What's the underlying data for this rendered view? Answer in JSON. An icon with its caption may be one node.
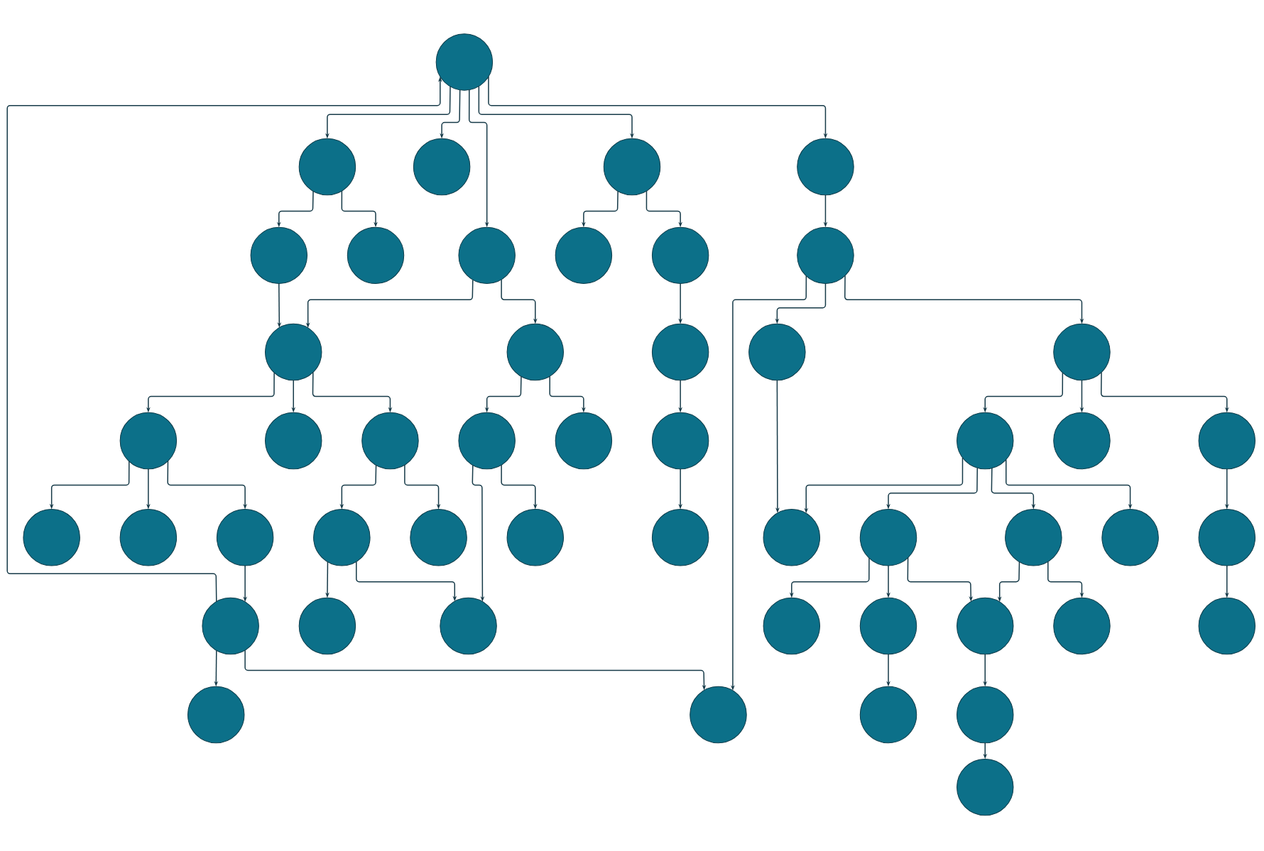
{
  "diagram": {
    "nodes": [
      {
        "text": [],
        "shape": "circle"
      },
      {
        "text": [],
        "shape": "circle"
      },
      {
        "text": [],
        "shape": "circle"
      },
      {
        "text": [],
        "shape": "circle"
      },
      {
        "text": [],
        "shape": "circle"
      },
      {
        "text": [],
        "shape": "circle"
      },
      {
        "text": [],
        "shape": "circle"
      },
      {
        "text": [],
        "shape": "circle"
      },
      {
        "text": [],
        "shape": "circle"
      },
      {
        "text": [],
        "shape": "circle"
      },
      {
        "text": [],
        "shape": "circle"
      },
      {
        "text": [],
        "shape": "circle"
      },
      {
        "text": [],
        "shape": "circle"
      },
      {
        "text": [],
        "shape": "circle"
      },
      {
        "text": [],
        "shape": "circle"
      },
      {
        "text": [],
        "shape": "circle"
      },
      {
        "text": [],
        "shape": "circle"
      },
      {
        "text": [],
        "shape": "circle"
      },
      {
        "text": [],
        "shape": "circle"
      },
      {
        "text": [],
        "shape": "circle"
      },
      {
        "text": [],
        "shape": "circle"
      },
      {
        "text": [],
        "shape": "circle"
      },
      {
        "text": [],
        "shape": "circle"
      },
      {
        "text": [],
        "shape": "circle"
      },
      {
        "text": [],
        "shape": "circle"
      },
      {
        "text": [],
        "shape": "circle"
      },
      {
        "text": [],
        "shape": "circle"
      },
      {
        "text": [],
        "shape": "circle"
      },
      {
        "text": [],
        "shape": "circle"
      },
      {
        "text": [],
        "shape": "circle"
      },
      {
        "text": [],
        "shape": "circle"
      },
      {
        "text": [],
        "shape": "circle"
      },
      {
        "text": [],
        "shape": "circle"
      },
      {
        "text": [],
        "shape": "circle"
      },
      {
        "text": [],
        "shape": "circle"
      },
      {
        "text": [],
        "shape": "circle"
      },
      {
        "text": [],
        "shape": "circle"
      },
      {
        "text": [],
        "shape": "circle"
      },
      {
        "text": [],
        "shape": "circle"
      },
      {
        "text": [],
        "shape": "circle"
      },
      {
        "text": [],
        "shape": "circle"
      },
      {
        "text": [],
        "shape": "circle"
      },
      {
        "text": [],
        "shape": "circle"
      },
      {
        "text": [],
        "shape": "circle"
      },
      {
        "text": [],
        "shape": "circle"
      },
      {
        "text": [],
        "shape": "circle"
      },
      {
        "text": [],
        "shape": "circle"
      },
      {
        "text": [],
        "shape": "circle"
      },
      {
        "text": [],
        "shape": "circle"
      },
      {
        "text": [],
        "shape": "circle"
      }
    ],
    "edges": [
      {
        "from": 0,
        "to": 1,
        "arrow": "to"
      },
      {
        "from": 0,
        "to": 2,
        "arrow": "to"
      },
      {
        "from": 0,
        "to": 7,
        "arrow": "to"
      },
      {
        "from": 0,
        "to": 3,
        "arrow": "to"
      },
      {
        "from": 0,
        "to": 4,
        "arrow": "to"
      },
      {
        "from": 37,
        "to": 0,
        "arrow": "to"
      },
      {
        "from": 1,
        "to": 5,
        "arrow": "to"
      },
      {
        "from": 1,
        "to": 6,
        "arrow": "to"
      },
      {
        "from": 3,
        "to": 8,
        "arrow": "to"
      },
      {
        "from": 3,
        "to": 9,
        "arrow": "to"
      },
      {
        "from": 4,
        "to": 10,
        "arrow": "to"
      },
      {
        "from": 5,
        "to": 11,
        "arrow": "to"
      },
      {
        "from": 7,
        "to": 11,
        "arrow": "to"
      },
      {
        "from": 7,
        "to": 12,
        "arrow": "to"
      },
      {
        "from": 9,
        "to": 13,
        "arrow": "to"
      },
      {
        "from": 10,
        "to": 46,
        "arrow": "to"
      },
      {
        "from": 10,
        "to": 14,
        "arrow": "to"
      },
      {
        "from": 10,
        "to": 15,
        "arrow": "to"
      },
      {
        "from": 11,
        "to": 16,
        "arrow": "to"
      },
      {
        "from": 11,
        "to": 17,
        "arrow": "to"
      },
      {
        "from": 11,
        "to": 18,
        "arrow": "to"
      },
      {
        "from": 12,
        "to": 19,
        "arrow": "to"
      },
      {
        "from": 12,
        "to": 20,
        "arrow": "to"
      },
      {
        "from": 13,
        "to": 21,
        "arrow": "to"
      },
      {
        "from": 14,
        "to": 32,
        "arrow": "to"
      },
      {
        "from": 15,
        "to": 22,
        "arrow": "to"
      },
      {
        "from": 15,
        "to": 23,
        "arrow": "to"
      },
      {
        "from": 15,
        "to": 24,
        "arrow": "to"
      },
      {
        "from": 16,
        "to": 25,
        "arrow": "to"
      },
      {
        "from": 16,
        "to": 26,
        "arrow": "to"
      },
      {
        "from": 16,
        "to": 27,
        "arrow": "to"
      },
      {
        "from": 18,
        "to": 28,
        "arrow": "to"
      },
      {
        "from": 18,
        "to": 29,
        "arrow": "to"
      },
      {
        "from": 19,
        "to": 30,
        "arrow": "to"
      },
      {
        "from": 19,
        "to": 39,
        "arrow": "to"
      },
      {
        "from": 21,
        "to": 31,
        "arrow": "to"
      },
      {
        "from": 22,
        "to": 32,
        "arrow": "to"
      },
      {
        "from": 22,
        "to": 33,
        "arrow": "to"
      },
      {
        "from": 22,
        "to": 34,
        "arrow": "to"
      },
      {
        "from": 22,
        "to": 35,
        "arrow": "to"
      },
      {
        "from": 24,
        "to": 36,
        "arrow": "to"
      },
      {
        "from": 27,
        "to": 37,
        "arrow": "to"
      },
      {
        "from": 28,
        "to": 38,
        "arrow": "to"
      },
      {
        "from": 28,
        "to": 39,
        "arrow": "to"
      },
      {
        "from": 33,
        "to": 40,
        "arrow": "to"
      },
      {
        "from": 33,
        "to": 41,
        "arrow": "to"
      },
      {
        "from": 33,
        "to": 42,
        "arrow": "to"
      },
      {
        "from": 34,
        "to": 42,
        "arrow": "to"
      },
      {
        "from": 34,
        "to": 43,
        "arrow": "to"
      },
      {
        "from": 36,
        "to": 44,
        "arrow": "to"
      },
      {
        "from": 37,
        "to": 45,
        "arrow": "to"
      },
      {
        "from": 37,
        "to": 46,
        "arrow": "to"
      },
      {
        "from": 41,
        "to": 47,
        "arrow": "to"
      },
      {
        "from": 42,
        "to": 48,
        "arrow": "to"
      },
      {
        "from": 48,
        "to": 49,
        "arrow": "to"
      }
    ]
  }
}
